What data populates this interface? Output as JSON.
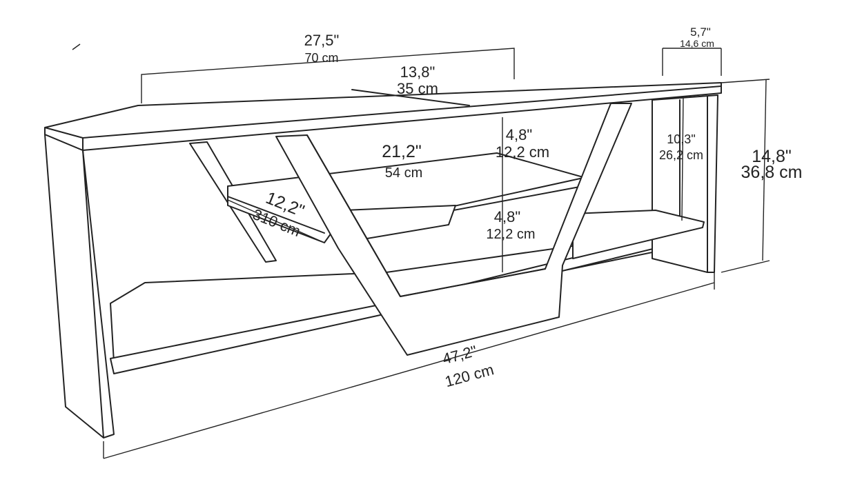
{
  "dimensions": {
    "width_top": {
      "inch": "27,5\"",
      "cm": "70 cm"
    },
    "depth_top": {
      "inch": "13,8\"",
      "cm": "35 cm"
    },
    "side_depth": {
      "inch": "5,7\"",
      "cm": "14,6 cm"
    },
    "total_height": {
      "inch": "14,8\"",
      "cm": "36,8 cm"
    },
    "inner_height": {
      "inch": "10,3\"",
      "cm": "26,2 cm"
    },
    "shelf_width": {
      "inch": "21,2\"",
      "cm": "54 cm"
    },
    "upper_gap": {
      "inch": "4,8\"",
      "cm": "12,2 cm"
    },
    "shelf_depth": {
      "inch": "12,2\"",
      "cm": "310 cm"
    },
    "lower_gap": {
      "inch": "4,8\"",
      "cm": "12,2 cm"
    },
    "total_width": {
      "inch": "47,2\"",
      "cm": "120 cm"
    }
  },
  "colors": {
    "line": "#222222",
    "background": "#ffffff"
  }
}
